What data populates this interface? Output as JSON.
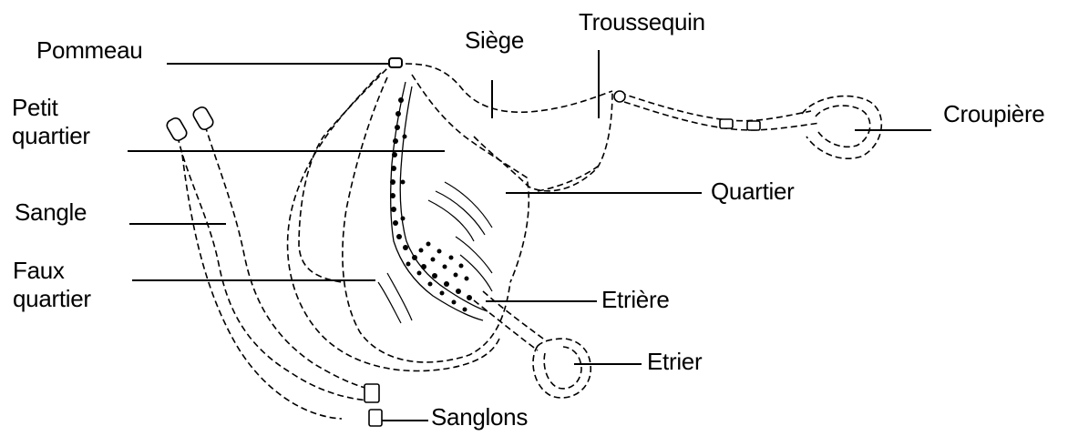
{
  "labels": {
    "pommeau": "Pommeau",
    "siege": "Siège",
    "troussequin": "Troussequin",
    "petit_quartier": [
      "Petit",
      "quartier"
    ],
    "croupiere": "Croupière",
    "quartier": "Quartier",
    "sangle": "Sangle",
    "faux_quartier": [
      "Faux",
      "quartier"
    ],
    "etriere": "Etrière",
    "etrier": "Etrier",
    "sanglons": "Sanglons"
  },
  "colors": {
    "ink": "#000000",
    "background": "#ffffff"
  }
}
